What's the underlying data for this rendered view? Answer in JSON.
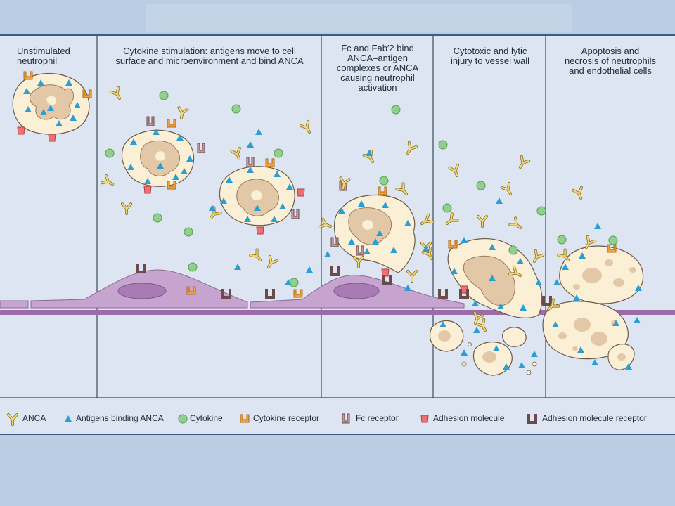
{
  "panels": [
    {
      "title_lines": [
        "Unstimulated",
        "neutrophil"
      ]
    },
    {
      "title_lines": [
        "Cytokine stimulation: antigens move to cell",
        "surface and microenvironment and bind ANCA"
      ]
    },
    {
      "title_lines": [
        "Fc and Fab′2 bind",
        "ANCA–antigen",
        "complexes or ANCA",
        "causing neutrophil",
        "activation"
      ]
    },
    {
      "title_lines": [
        "Cytotoxic and lytic",
        "injury to vessel wall"
      ]
    },
    {
      "title_lines": [
        "Apoptosis and",
        "necrosis of neutrophils",
        "and endothelial cells"
      ]
    }
  ],
  "legend": [
    {
      "label": "ANCA",
      "icon": "anca-icon"
    },
    {
      "label": "Antigens binding ANCA",
      "icon": "antigen-icon"
    },
    {
      "label": "Cytokine",
      "icon": "cytokine-icon"
    },
    {
      "label": "Cytokine receptor",
      "icon": "cytokine-receptor-icon"
    },
    {
      "label": "Fc receptor",
      "icon": "fc-receptor-icon"
    },
    {
      "label": "Adhesion molecule",
      "icon": "adhesion-molecule-icon"
    },
    {
      "label": "Adhesion molecule receptor",
      "icon": "adhesion-receptor-icon"
    }
  ],
  "colors": {
    "background": "#b9cde3",
    "figure": "#dce5f1",
    "cell_body": "#fbefd6",
    "nucleus": "#e3c8a8",
    "endothelium": "#c7a4cf",
    "vessel_wall": "#9b6aa8",
    "antigen": "#2a9fd6",
    "cytokine": "#8fd08a",
    "cytokine_receptor": "#f0a040",
    "adhesion_molecule": "#f07070",
    "receptor": "#6a4a4a",
    "anca": "#e8cf6a"
  }
}
